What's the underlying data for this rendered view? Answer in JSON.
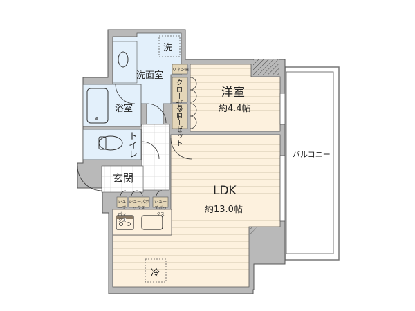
{
  "floor_plan": {
    "colors": {
      "wall": "#b9b9b9",
      "wall_outline": "#555555",
      "wet_area": "#e3f0fb",
      "wood_floor": "#fdf1de",
      "wood_line": "#e8dcc6",
      "closet": "#e4d6b8",
      "balcony_outline": "#666666",
      "tile": "#ffffff"
    },
    "rooms": {
      "washroom": {
        "label": "洗面室"
      },
      "washer": {
        "label": "洗"
      },
      "linen": {
        "label": "リネン庫"
      },
      "bath": {
        "label": "浴室"
      },
      "toilet": {
        "label": "トイレ"
      },
      "entrance": {
        "label": "玄関"
      },
      "western_room": {
        "label": "洋室",
        "size": "約4.4帖"
      },
      "closet1": {
        "label": "クローゼット"
      },
      "closet2": {
        "label": "クローゼット"
      },
      "ldk": {
        "label": "LDK",
        "size": "約13.0帖"
      },
      "balcony": {
        "label": "バルコニー"
      },
      "fridge": {
        "label": "冷"
      },
      "shoe_box1": {
        "label": "シューズボックス"
      },
      "shoe_box2": {
        "label": "シューズボックス"
      },
      "shoe_box3": {
        "label": "シューズボックス"
      }
    }
  }
}
